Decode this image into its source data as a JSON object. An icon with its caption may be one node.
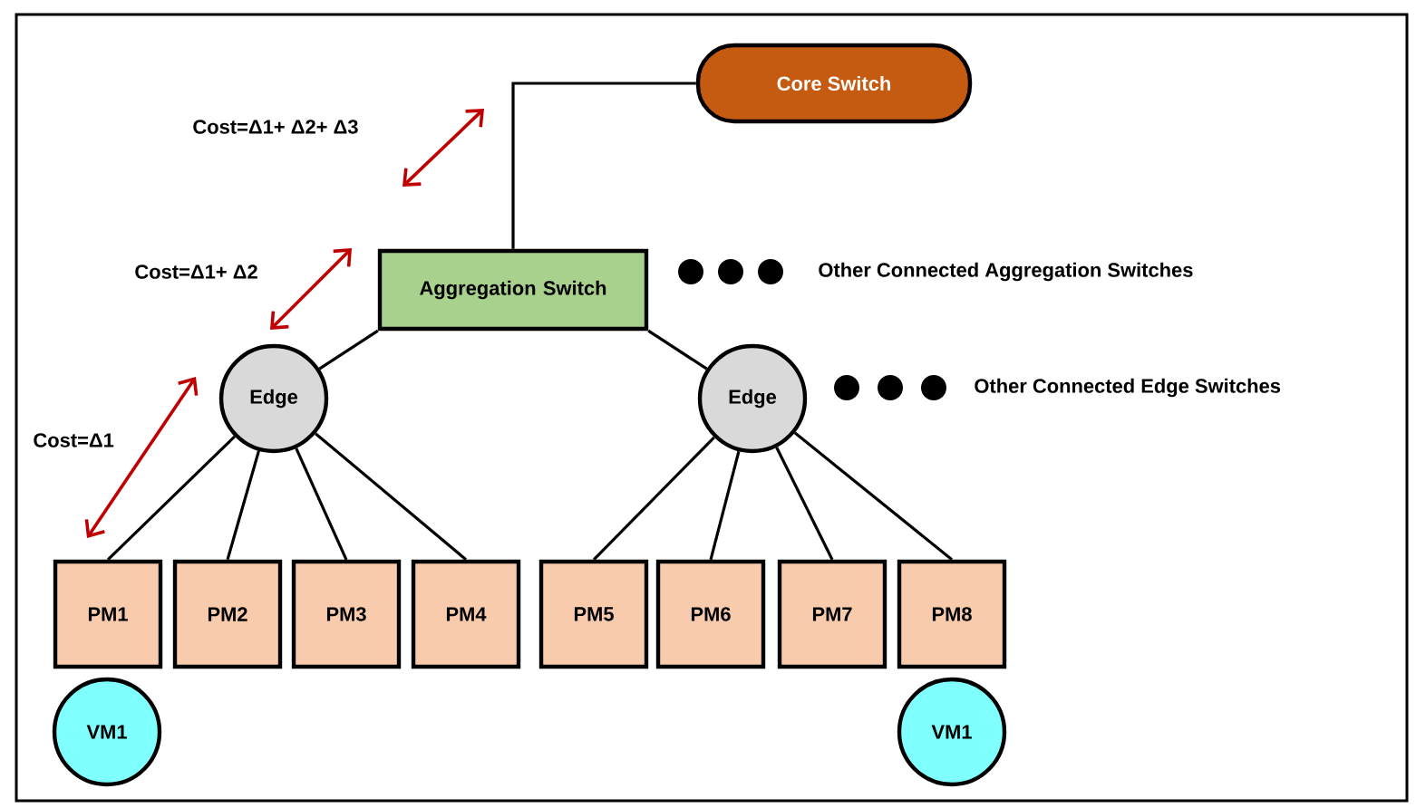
{
  "diagram": {
    "nodes": [
      {
        "text": [
          "Core Switch"
        ]
      },
      {
        "text": [
          "Aggregation Switch"
        ]
      },
      {
        "text": [
          "Edge"
        ]
      },
      {
        "text": [
          "Edge"
        ]
      },
      {
        "text": [
          "PM1"
        ]
      },
      {
        "text": [
          "PM2"
        ]
      },
      {
        "text": [
          "PM3"
        ]
      },
      {
        "text": [
          "PM4"
        ]
      },
      {
        "text": [
          "PM5"
        ]
      },
      {
        "text": [
          "PM6"
        ]
      },
      {
        "text": [
          "PM7"
        ]
      },
      {
        "text": [
          "PM8"
        ]
      },
      {
        "text": [
          "VM1"
        ]
      },
      {
        "text": [
          "VM1"
        ]
      }
    ],
    "edges": [
      {
        "from": 0,
        "to": 1,
        "arrow": "none"
      },
      {
        "from": 1,
        "to": 2,
        "arrow": "none"
      },
      {
        "from": 1,
        "to": 3,
        "arrow": "none"
      },
      {
        "from": 2,
        "to": 4,
        "arrow": "none"
      },
      {
        "from": 2,
        "to": 5,
        "arrow": "none"
      },
      {
        "from": 2,
        "to": 6,
        "arrow": "none"
      },
      {
        "from": 2,
        "to": 7,
        "arrow": "none"
      },
      {
        "from": 3,
        "to": 8,
        "arrow": "none"
      },
      {
        "from": 3,
        "to": 9,
        "arrow": "none"
      },
      {
        "from": 3,
        "to": 10,
        "arrow": "none"
      },
      {
        "from": 3,
        "to": 11,
        "arrow": "none"
      }
    ],
    "labels": [
      "Cost=Δ1+ Δ2+ Δ3",
      "Cost=Δ1+ Δ2",
      "Other Connected Aggregation Switches",
      "Other Connected Edge Switches",
      "Cost=Δ1"
    ]
  }
}
